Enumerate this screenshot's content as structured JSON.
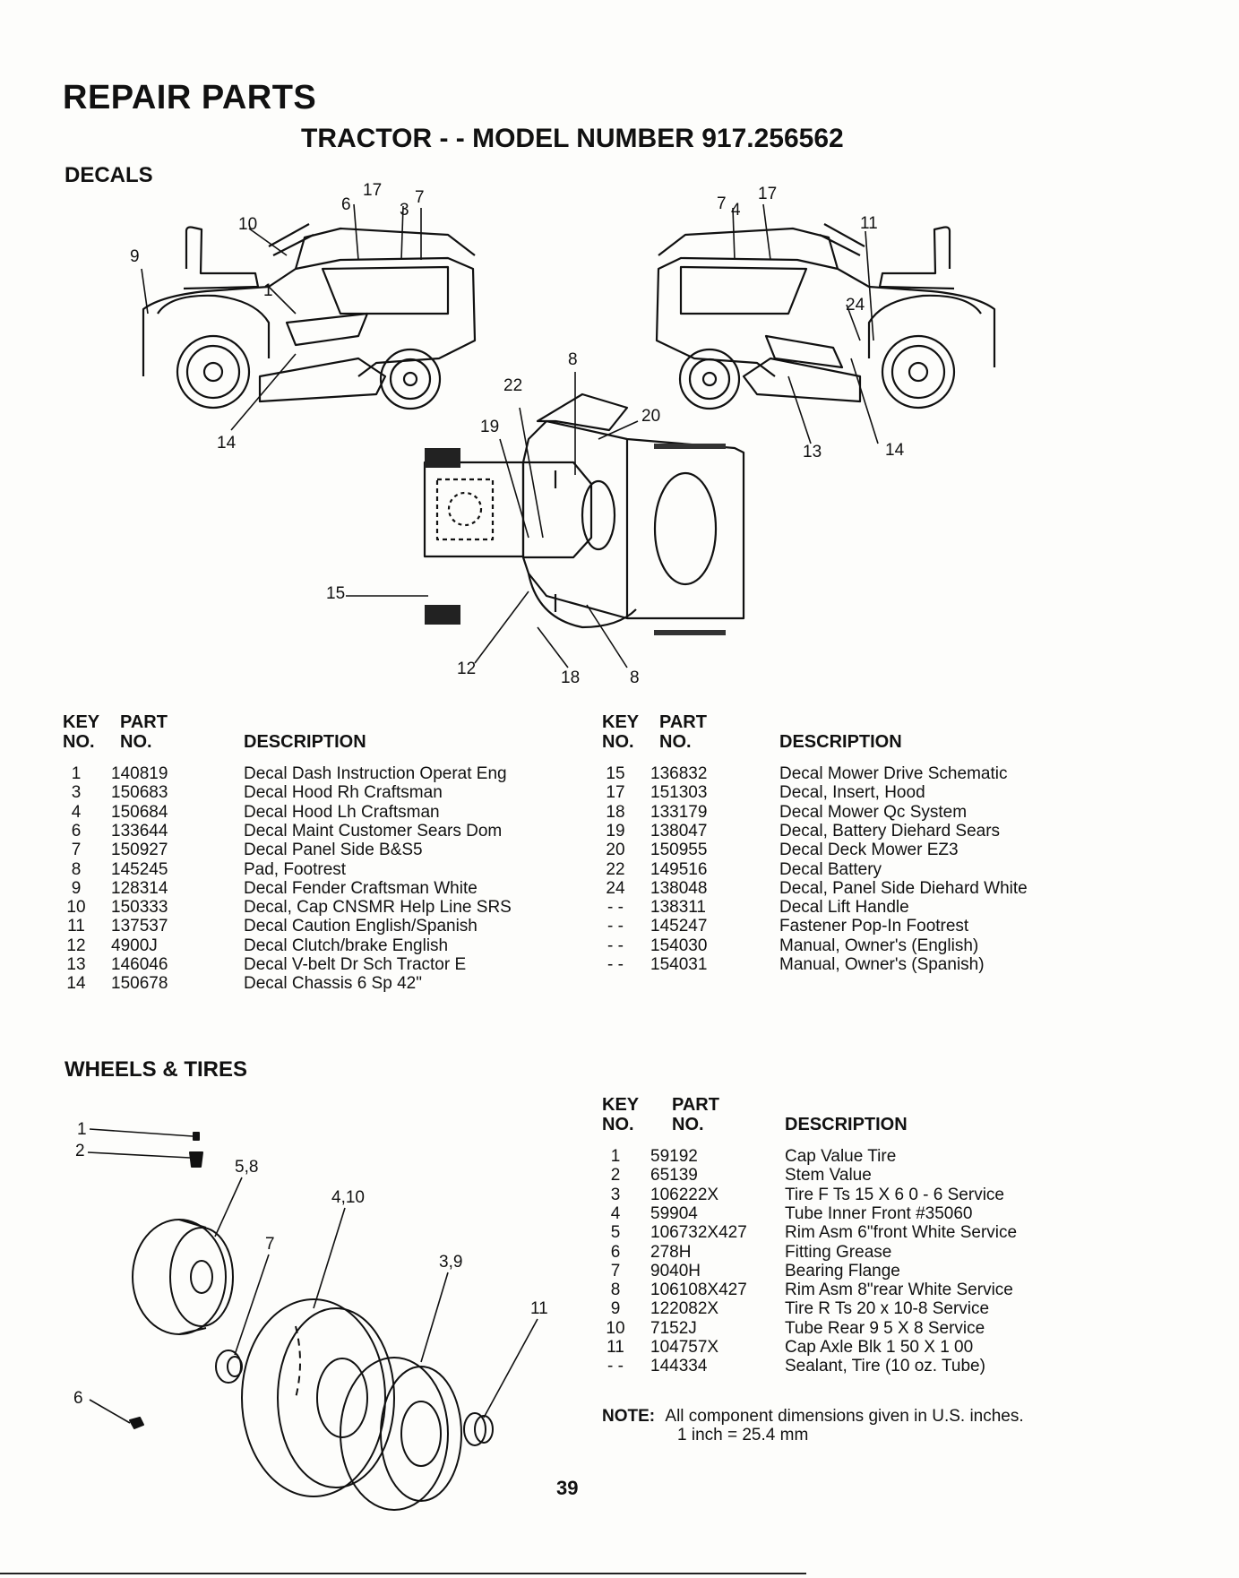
{
  "header": {
    "title": "REPAIR PARTS",
    "subtitle": "TRACTOR - - MODEL NUMBER 917.256562"
  },
  "decals": {
    "section_title": "DECALS",
    "col_headers": {
      "key_no": "KEY\nNO.",
      "part_no": "PART\nNO.",
      "description": "DESCRIPTION"
    },
    "callouts": [
      "6",
      "17",
      "3",
      "7",
      "10",
      "9",
      "1",
      "14",
      "7",
      "4",
      "17",
      "11",
      "24",
      "8",
      "22",
      "19",
      "20",
      "13",
      "14",
      "15",
      "12",
      "18",
      "8"
    ],
    "left_rows": [
      {
        "key": "1",
        "part": "140819",
        "desc": "Decal Dash Instruction Operat Eng"
      },
      {
        "key": "3",
        "part": "150683",
        "desc": "Decal Hood Rh Craftsman"
      },
      {
        "key": "4",
        "part": "150684",
        "desc": "Decal Hood Lh Craftsman"
      },
      {
        "key": "6",
        "part": "133644",
        "desc": "Decal Maint Customer Sears Dom"
      },
      {
        "key": "7",
        "part": "150927",
        "desc": "Decal Panel Side B&S5"
      },
      {
        "key": "8",
        "part": "145245",
        "desc": "Pad, Footrest"
      },
      {
        "key": "9",
        "part": "128314",
        "desc": "Decal Fender Craftsman White"
      },
      {
        "key": "10",
        "part": "150333",
        "desc": "Decal, Cap CNSMR Help Line SRS"
      },
      {
        "key": "11",
        "part": "137537",
        "desc": "Decal Caution English/Spanish"
      },
      {
        "key": "12",
        "part": "4900J",
        "desc": "Decal Clutch/brake English"
      },
      {
        "key": "13",
        "part": "146046",
        "desc": "Decal V-belt Dr Sch Tractor E"
      },
      {
        "key": "14",
        "part": "150678",
        "desc": "Decal Chassis 6 Sp 42\""
      }
    ],
    "right_rows": [
      {
        "key": "15",
        "part": "136832",
        "desc": "Decal Mower Drive Schematic"
      },
      {
        "key": "17",
        "part": "151303",
        "desc": "Decal, Insert, Hood"
      },
      {
        "key": "18",
        "part": "133179",
        "desc": "Decal Mower Qc System"
      },
      {
        "key": "19",
        "part": "138047",
        "desc": "Decal, Battery Diehard Sears"
      },
      {
        "key": "20",
        "part": "150955",
        "desc": "Decal Deck Mower EZ3"
      },
      {
        "key": "22",
        "part": "149516",
        "desc": "Decal Battery"
      },
      {
        "key": "24",
        "part": "138048",
        "desc": "Decal, Panel Side Diehard White"
      },
      {
        "key": "- -",
        "part": "138311",
        "desc": "Decal Lift Handle"
      },
      {
        "key": "- -",
        "part": "145247",
        "desc": "Fastener Pop-In Footrest"
      },
      {
        "key": "- -",
        "part": "154030",
        "desc": "Manual, Owner's (English)"
      },
      {
        "key": "- -",
        "part": "154031",
        "desc": "Manual, Owner's (Spanish)"
      }
    ]
  },
  "wheels": {
    "section_title": "WHEELS & TIRES",
    "callouts": [
      "1",
      "2",
      "5,8",
      "4,10",
      "7",
      "3,9",
      "6",
      "11"
    ],
    "rows": [
      {
        "key": "1",
        "part": "59192",
        "desc": "Cap Value Tire"
      },
      {
        "key": "2",
        "part": "65139",
        "desc": "Stem Value"
      },
      {
        "key": "3",
        "part": "106222X",
        "desc": "Tire F Ts 15 X 6 0 - 6 Service"
      },
      {
        "key": "4",
        "part": "59904",
        "desc": "Tube Inner Front #35060"
      },
      {
        "key": "5",
        "part": "106732X427",
        "desc": "Rim Asm 6\"front White Service"
      },
      {
        "key": "6",
        "part": "278H",
        "desc": "Fitting Grease"
      },
      {
        "key": "7",
        "part": "9040H",
        "desc": "Bearing Flange"
      },
      {
        "key": "8",
        "part": "106108X427",
        "desc": "Rim Asm 8\"rear White Service"
      },
      {
        "key": "9",
        "part": "122082X",
        "desc": "Tire R Ts 20 x 10-8 Service"
      },
      {
        "key": "10",
        "part": "7152J",
        "desc": "Tube Rear 9 5 X 8 Service"
      },
      {
        "key": "11",
        "part": "104757X",
        "desc": "Cap Axle Blk 1 50 X 1 00"
      },
      {
        "key": "- -",
        "part": "144334",
        "desc": "Sealant, Tire (10 oz. Tube)"
      }
    ],
    "note_label": "NOTE:",
    "note_line1": "All component dimensions given in U.S. inches.",
    "note_line2": "1 inch = 25.4 mm"
  },
  "footer": {
    "page_number": "39"
  }
}
